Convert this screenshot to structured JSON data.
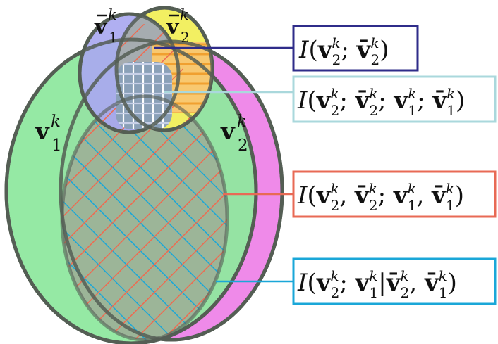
{
  "colors": {
    "v1_fill": "#8fe89f",
    "v2_fill": "#ef8ae9",
    "vbar1_fill": "#a9a8f0",
    "vbar2_fill": "#f2ef62",
    "outline": "#555e55",
    "label_dark_blue": "#2f2c8a",
    "label_light_blue": "#aad8dc",
    "label_red": "#e86a55",
    "label_cyan": "#1aa7d8",
    "hatch_orange": "#f0a030",
    "hatch_red": "#ee6a50",
    "hatch_white": "#ffffff"
  },
  "sets": {
    "v1": {
      "symbol": "v",
      "sup": "k",
      "sub": "1",
      "bar": false
    },
    "v2": {
      "symbol": "v",
      "sup": "k",
      "sub": "2",
      "bar": false
    },
    "vbar1": {
      "symbol": "v",
      "sup": "k",
      "sub": "1",
      "bar": true
    },
    "vbar2": {
      "symbol": "v",
      "sup": "k",
      "sub": "2",
      "bar": true
    }
  },
  "labels": {
    "mi_vbar": "I(v2k; v̄2k)",
    "mi_four": "I(v2k; v̄2k; v1k; v̄1k)",
    "mi_joint": "I(v2k, v̄2k; v1k, v̄1k)",
    "mi_cond": "I(v2k; v1k | v̄2k, v̄1k)"
  }
}
